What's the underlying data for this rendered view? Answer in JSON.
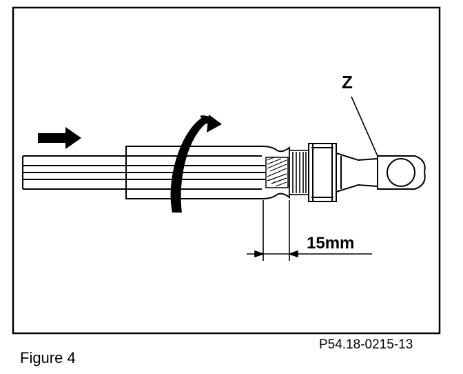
{
  "diagram": {
    "callout_label": "Z",
    "dimension_label": "15mm",
    "reference_code": "P54.18-0215-13"
  },
  "caption": "Figure 4",
  "colors": {
    "ink": "#000000",
    "paper": "#ffffff"
  }
}
